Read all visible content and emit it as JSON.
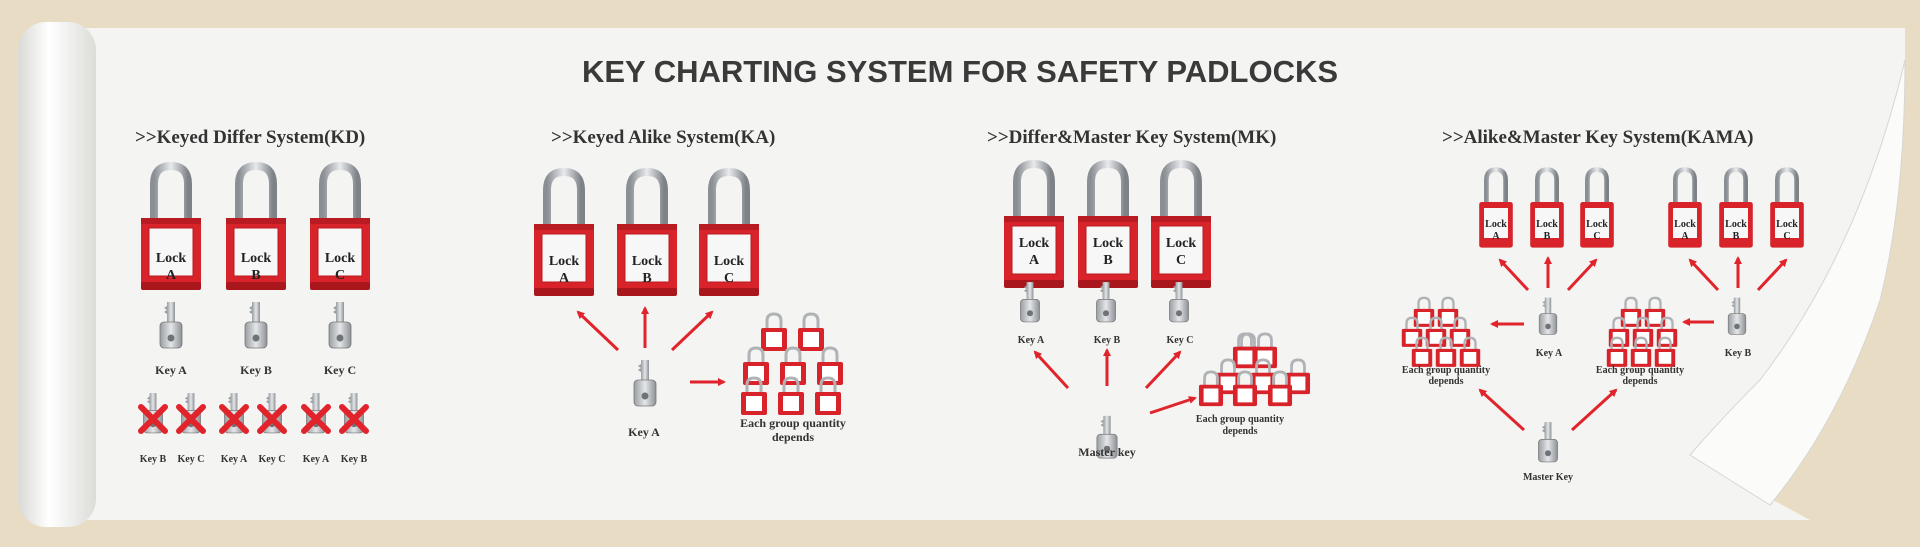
{
  "title": "KEY CHARTING SYSTEM FOR SAFETY PADLOCKS",
  "colors": {
    "lock_red": "#d8232a",
    "arrow_red": "#e1242b",
    "paper": "#f4f4f2",
    "background": "#e9dcc4"
  },
  "sections": {
    "kd": {
      "heading": ">>Keyed Differ System(KD)",
      "locks": [
        {
          "line1": "Lock",
          "line2": "A"
        },
        {
          "line1": "Lock",
          "line2": "B"
        },
        {
          "line1": "Lock",
          "line2": "C"
        }
      ],
      "keys": [
        "Key A",
        "Key B",
        "Key C"
      ],
      "crossed_keys": [
        "Key B",
        "Key C",
        "Key A",
        "Key C",
        "Key A",
        "Key B"
      ]
    },
    "ka": {
      "heading": ">>Keyed Alike System(KA)",
      "locks": [
        {
          "line1": "Lock",
          "line2": "A"
        },
        {
          "line1": "Lock",
          "line2": "B"
        },
        {
          "line1": "Lock",
          "line2": "C"
        }
      ],
      "key": "Key A",
      "group_line1": "Each group quantity",
      "group_line2": "depends"
    },
    "mk": {
      "heading": ">>Differ&Master Key System(MK)",
      "locks": [
        {
          "line1": "Lock",
          "line2": "A"
        },
        {
          "line1": "Lock",
          "line2": "B"
        },
        {
          "line1": "Lock",
          "line2": "C"
        }
      ],
      "keys": [
        "Key A",
        "Key B",
        "Key C"
      ],
      "master": "Master key",
      "group_line1": "Each group quantity",
      "group_line2": "depends"
    },
    "kama": {
      "heading": ">>Alike&Master Key System(KAMA)",
      "locks_left": [
        {
          "line1": "Lock",
          "line2": "A"
        },
        {
          "line1": "Lock",
          "line2": "B"
        },
        {
          "line1": "Lock",
          "line2": "C"
        }
      ],
      "locks_right": [
        {
          "line1": "Lock",
          "line2": "A"
        },
        {
          "line1": "Lock",
          "line2": "B"
        },
        {
          "line1": "Lock",
          "line2": "C"
        }
      ],
      "key_a": "Key A",
      "key_b": "Key B",
      "master": "Master Key",
      "group_line1": "Each group quantity",
      "group_line2": "depends"
    }
  }
}
